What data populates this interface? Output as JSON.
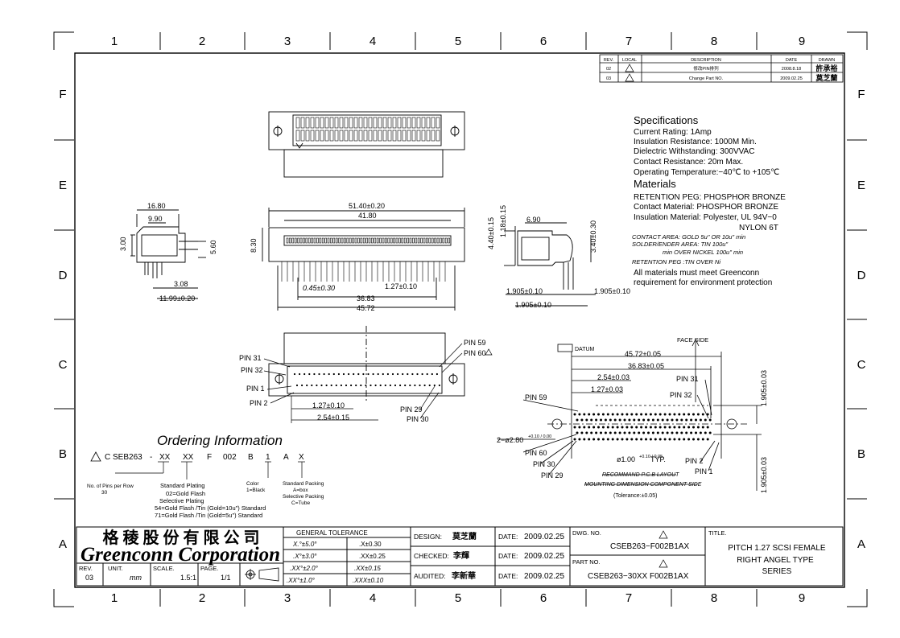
{
  "zones": {
    "cols": [
      "1",
      "2",
      "3",
      "4",
      "5",
      "6",
      "7",
      "8",
      "9"
    ],
    "rows": [
      "F",
      "E",
      "D",
      "C",
      "B",
      "A"
    ]
  },
  "revisions": {
    "headers": [
      "REV.",
      "LOCAL",
      "DESCRIPTION",
      "DATE",
      "DRAWN"
    ],
    "rows": [
      [
        "02",
        "",
        "修改PIN排列",
        "2008.8.18",
        "許承裕"
      ],
      [
        "03",
        "",
        "Change Part NO.",
        "2009.02.25",
        "莫芝蘭"
      ]
    ]
  },
  "specs": {
    "title": "Specifications",
    "lines": [
      "Current Rating:   1Amp",
      "Insulation Resistance:    1000M   Min.",
      "Dielectric Withstanding:   300VVAC",
      "Contact Resistance:   20m   Max.",
      "Operating Temperature:−40℃ to +105℃"
    ]
  },
  "materials": {
    "title": "Materials",
    "lines": [
      "RETENTION PEG: PHOSPHOR BRONZE",
      "Contact Material: PHOSPHOR BRONZE",
      "Insulation Material: Polyester, UL 94V−0",
      "NYLON 6T"
    ],
    "small": [
      "CONTACT AREA: GOLD 5u\" OR 10u\" min",
      "SOLDER/ENDER AREA: TIN 100u\"",
      "min OVER NICKEL 100u\" min",
      "RETENTION PEG :TIN OVER Ni"
    ],
    "note": [
      "All materials must meet Greenconn",
      "requirement for environment protection"
    ]
  },
  "dims": {
    "side_left": {
      "w1": "16.80",
      "w2": "9.90",
      "h1": "3.00",
      "h2": "5.60",
      "b1": "3.08",
      "b2": "11.99±0.20"
    },
    "front": {
      "w1": "51.40±0.20",
      "w2": "41.80",
      "h": "8.30",
      "p1": "0.45±0.30",
      "p2": "1.27±0.10",
      "w3": "36.83",
      "w4": "45.72"
    },
    "side_right": {
      "h1": "4.40±0.15",
      "h2": "1.18±0.15",
      "w": "6.90",
      "h3": "3.40±0.30",
      "b1": "1.905±0.10",
      "b2": "1.905±0.10",
      "b3": "1.905±0.10"
    },
    "bottom": {
      "pins": [
        "PIN 31",
        "PIN 32",
        "PIN 1",
        "PIN 2",
        "PIN 59",
        "PIN 60",
        "PIN 29",
        "PIN 30"
      ],
      "p1": "1.27±0.10",
      "p2": "2.54±0.15"
    },
    "pcb": {
      "datum": "DATUM",
      "face": "FACE SIDE",
      "w1": "45.72±0.05",
      "w2": "36.83±0.05",
      "w3": "2.54±0.03",
      "w4": "1.27±0.03",
      "hole": "2−ø2.80",
      "hole_tol": "+0.10 / 0.00",
      "drill": "ø1.00",
      "drill_tol": "+0.10 / 0.05",
      "drill_typ": "TYP.",
      "v1": "1.905±0.03",
      "v2": "1.905±0.03",
      "pins": [
        "PIN 31",
        "PIN 32",
        "PIN 59",
        "PIN 60",
        "PIN 30",
        "PIN 29",
        "PIN 2",
        "PIN 1"
      ],
      "cap1": "RECOMMAND P.C.B LAYOUT",
      "cap2": "MOUNTING DIMENSION COMPONENT SIDE",
      "cap3": "(Tolerance:±0.05)"
    }
  },
  "ordering": {
    "title": "Ordering Information",
    "code": [
      "C SEB263",
      "-",
      "XX",
      "XX",
      "F",
      "002",
      "B",
      "1",
      "A",
      "X"
    ],
    "legend": {
      "pins": [
        "No. of Pins per Row",
        "30"
      ],
      "plating": [
        "Standard Plating",
        "02=Gold Flash",
        "Selective Plating",
        "54=Gold  Flash  /Tin (Gold=10u\")  Standard",
        "71=Gold Flash /Tin (Gold=5u\")  Standard"
      ],
      "color": [
        "Color",
        "1=Black"
      ],
      "packing": [
        "Standard Packing",
        "A=box",
        "Selective Packing",
        "C=Tube"
      ]
    }
  },
  "title_block": {
    "company_cn": "格 稜 股 份 有 限 公 司",
    "company_en": "Greenconn Corporation",
    "rev_label": "REV.",
    "rev": "03",
    "unit_label": "UNIT.",
    "unit": "mm",
    "scale_label": "SCALE.",
    "scale": "1.5:1",
    "page_label": "PAGE.",
    "page": "1/1",
    "tol_title": "GENERAL  TOLERANCE",
    "tolerance": [
      [
        "X.°±5.0°",
        ".X±0.30"
      ],
      [
        ".X°±3.0°",
        ".XX±0.25"
      ],
      [
        ".XX°±2.0°",
        ".XX±0.15"
      ],
      [
        ".XX°±1.0°",
        ".XXX±0.10"
      ]
    ],
    "design_label": "DESIGN:",
    "design": "莫芝蘭",
    "checked_label": "CHECKED:",
    "checked": "李輝",
    "audited_label": "AUDITED:",
    "audited": "李新華",
    "date_label": "DATE:",
    "dates": [
      "2009.02.25",
      "2009.02.25",
      "2009.02.25"
    ],
    "dwg_label": "DWG. NO.",
    "dwg": "CSEB263−F002B1AX",
    "part_label": "PART NO.",
    "part": "CSEB263−30XX  F002B1AX",
    "title_label": "TITLE.",
    "title_lines": [
      "PITCH  1.27  SCSI  FEMALE",
      "RIGHT  ANGEL  TYPE",
      "SERIES"
    ]
  }
}
